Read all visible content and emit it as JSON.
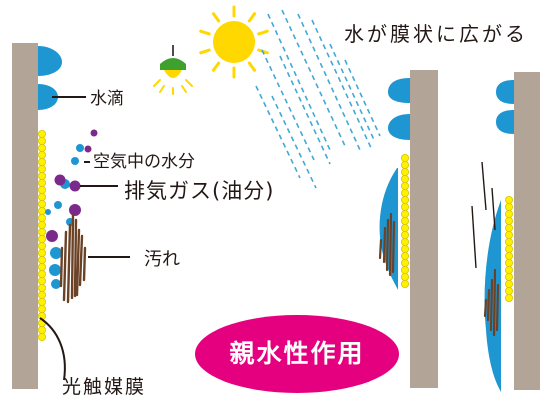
{
  "title": "水が膜状に広がる",
  "labels": {
    "water_drop": "水滴",
    "water_vapor": "空気中の水分",
    "exhaust_gas": "排気ガス(油分)",
    "dirt": "汚れ",
    "photocatalyst_film": "光触媒膜"
  },
  "badge": {
    "text": "親水性作用",
    "color": "#e4007f"
  },
  "colors": {
    "wall": "#b2a496",
    "film": "#fff100",
    "water": "#1e96d2",
    "oil": "#7b2a8c",
    "dirt": "#6b4226",
    "sun": "#ffd800",
    "rain": "#41a9d6"
  }
}
